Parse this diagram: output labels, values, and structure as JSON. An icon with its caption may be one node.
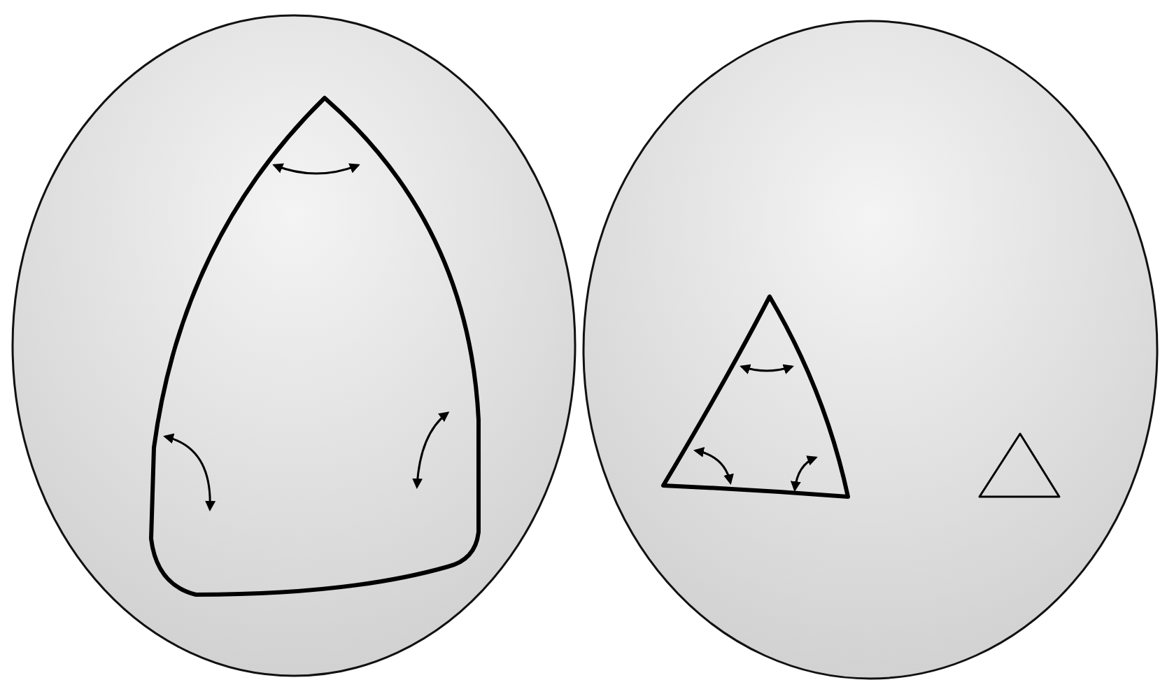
{
  "diagram": {
    "nodes": [
      {
        "text": [],
        "shape": "circle"
      },
      {
        "text": [],
        "shape": "circle"
      },
      {
        "text": [],
        "shape": "triangle",
        "in": 0
      },
      {
        "text": [],
        "shape": "triangle",
        "in": 1
      },
      {
        "text": [],
        "shape": "triangle",
        "in": 1
      }
    ]
  }
}
